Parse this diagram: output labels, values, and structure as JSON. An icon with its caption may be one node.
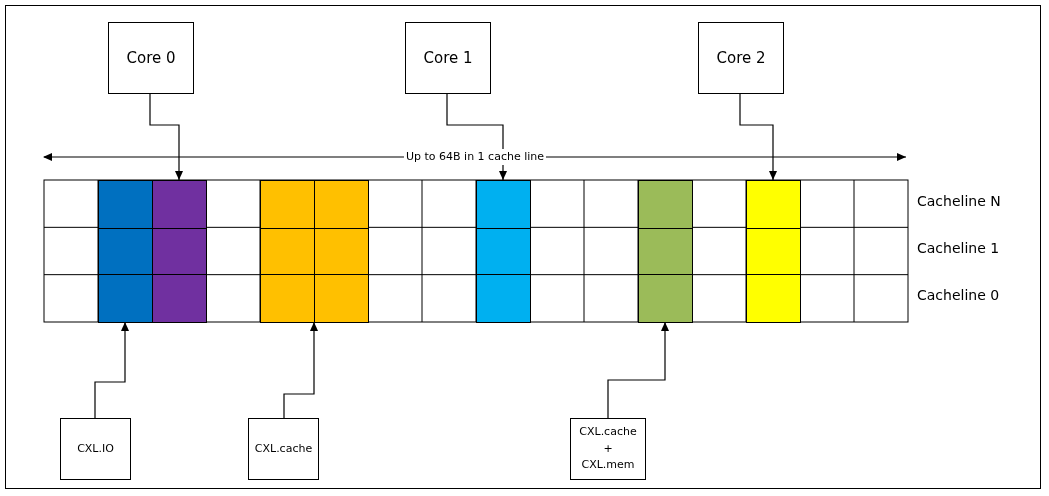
{
  "diagram": {
    "nodes": [
      {
        "text": [
          "Core 0"
        ]
      },
      {
        "text": [
          "Core 1"
        ]
      },
      {
        "text": [
          "Core 2"
        ]
      },
      {
        "text": [
          "CXL.IO"
        ]
      },
      {
        "text": [
          "CXL.cache"
        ]
      },
      {
        "text": [
          "CXL.cache + CXL.mem"
        ]
      },
      {
        "text": [],
        "shape": "bar"
      },
      {
        "text": [],
        "shape": "bar"
      },
      {
        "text": [],
        "shape": "bar"
      },
      {
        "text": [],
        "shape": "bar"
      },
      {
        "text": [],
        "shape": "bar"
      },
      {
        "text": [],
        "shape": "bar"
      }
    ],
    "edges": [
      {
        "from": 0,
        "to": 7,
        "arrow": "to"
      },
      {
        "from": 1,
        "to": 9,
        "arrow": "to"
      },
      {
        "from": 2,
        "to": 11,
        "arrow": "to"
      },
      {
        "from": 3,
        "to": 6,
        "arrow": "to"
      },
      {
        "from": 4,
        "to": 8,
        "arrow": "to"
      },
      {
        "from": 5,
        "to": 10,
        "arrow": "to"
      }
    ],
    "labels": [
      "Up to 64B in 1 cache line",
      "Cacheline N",
      "Cacheline 1",
      "Cacheline 0"
    ]
  }
}
